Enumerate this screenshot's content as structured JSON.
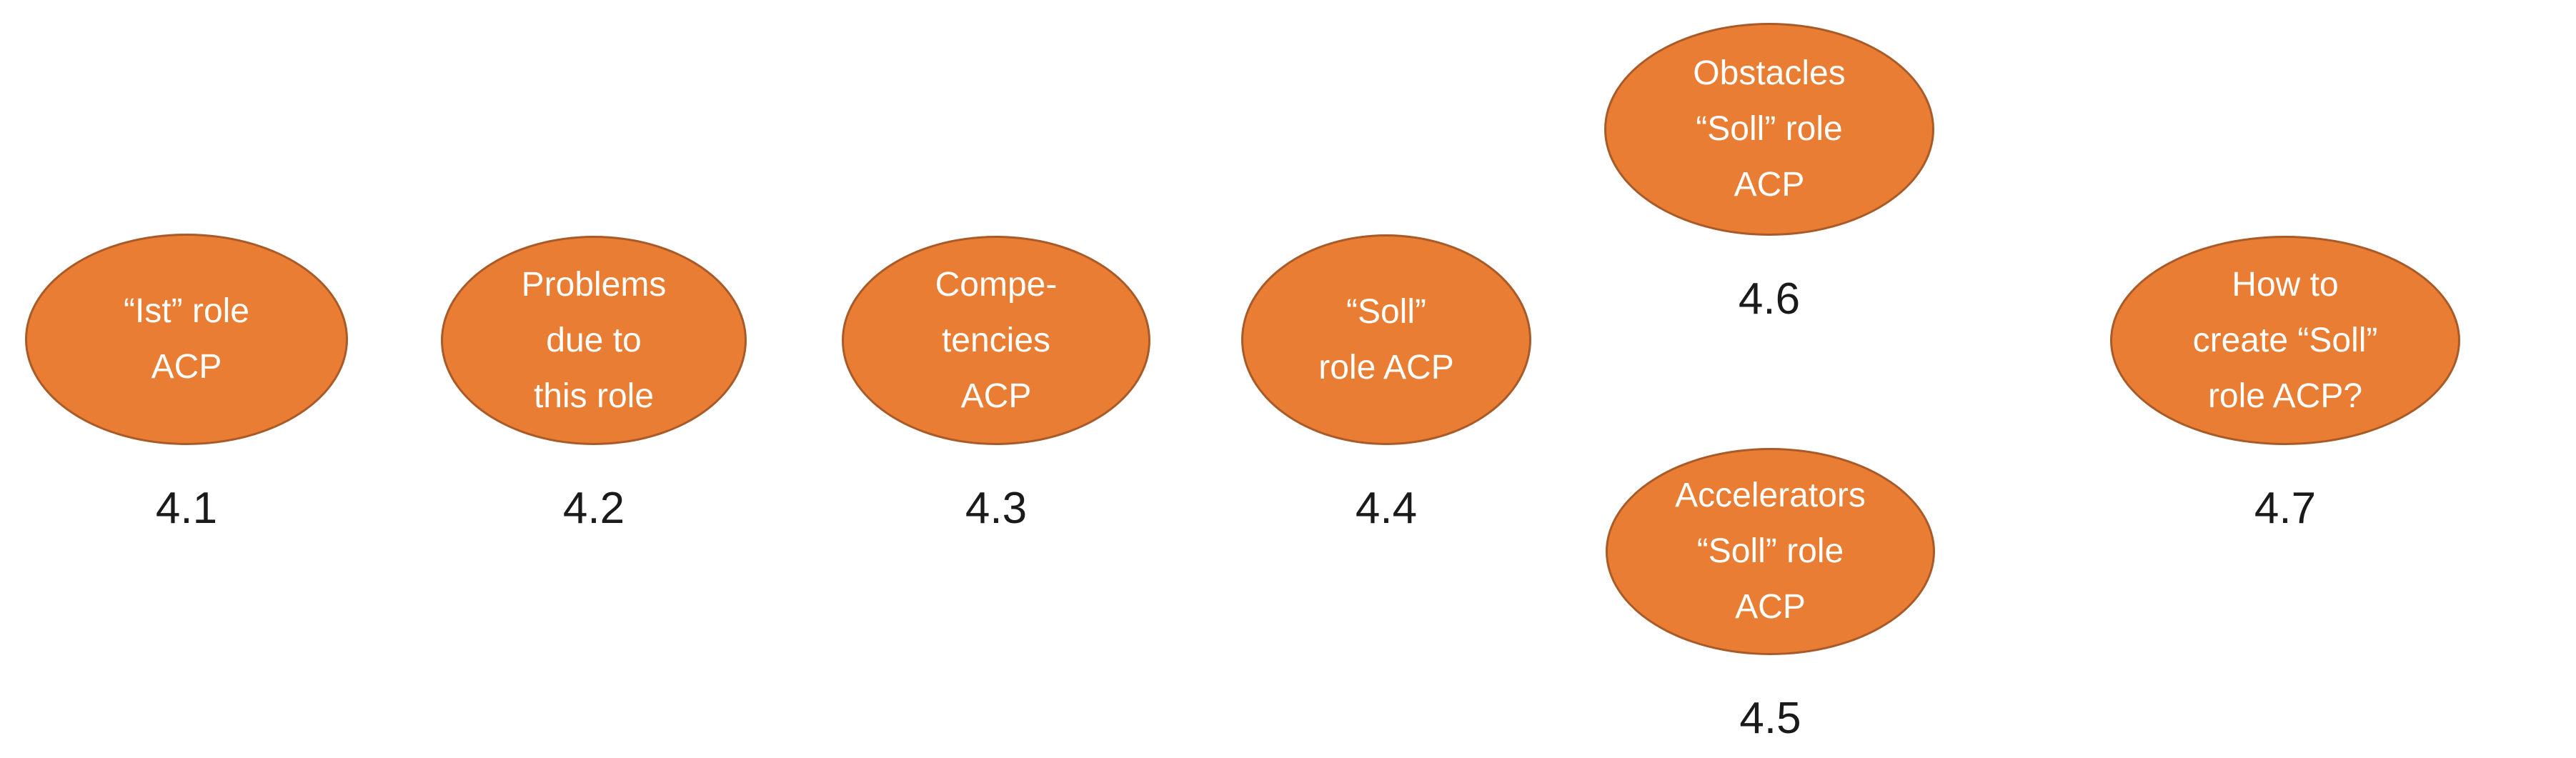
{
  "diagram": {
    "colors": {
      "background": "#ffffff",
      "ellipse-fill": "#E87D33",
      "ellipse-border": "#A85A28",
      "text-color": "#ffffff",
      "number-color": "#1a1a1a"
    },
    "nodes": [
      {
        "label": "“Ist” role\nACP",
        "number": "4.1"
      },
      {
        "label": "Problems\ndue to\nthis role",
        "number": "4.2"
      },
      {
        "label": "Compe-\ntencies\nACP",
        "number": "4.3"
      },
      {
        "label": "“Soll”\nrole ACP",
        "number": "4.4"
      },
      {
        "label": "Accelerators\n“Soll” role\nACP",
        "number": "4.5"
      },
      {
        "label": "Obstacles\n“Soll” role\nACP",
        "number": "4.6"
      },
      {
        "label": "How to\ncreate “Soll”\nrole ACP?",
        "number": "4.7"
      }
    ]
  }
}
